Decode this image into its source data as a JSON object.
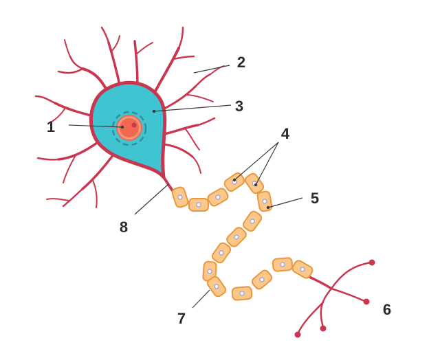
{
  "colors": {
    "membrane": "#c8374f",
    "cytoplasm": "#40c4d2",
    "nucleus": "#f0684f",
    "nucleus_ring": "#f39a7c",
    "nucleolus": "#c8374f",
    "myelin_fill": "#fbc88a",
    "myelin_stroke": "#e8983e",
    "schwann_nucleus": "#a8a8d8",
    "label": "#2b2b2b",
    "leader": "#3a3a3a"
  },
  "labels": [
    {
      "id": "1",
      "text": "1"
    },
    {
      "id": "2",
      "text": "2"
    },
    {
      "id": "3",
      "text": "3"
    },
    {
      "id": "4",
      "text": "4"
    },
    {
      "id": "5",
      "text": "5"
    },
    {
      "id": "6",
      "text": "6"
    },
    {
      "id": "7",
      "text": "7"
    },
    {
      "id": "8",
      "text": "8"
    }
  ]
}
